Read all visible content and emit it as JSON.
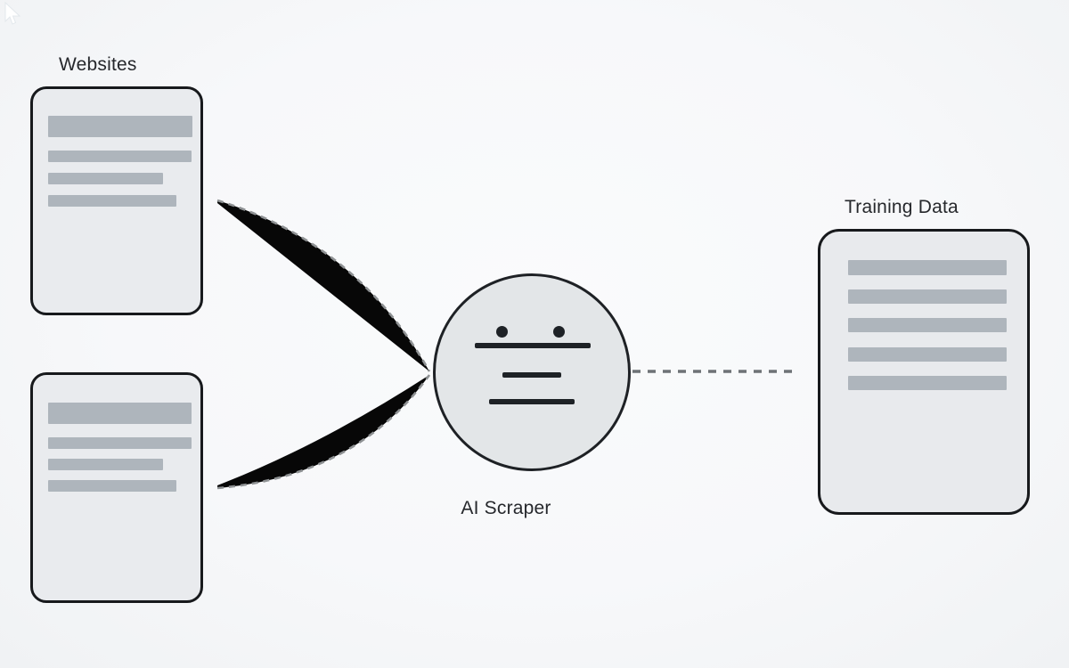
{
  "diagram": {
    "description": "Flow diagram: websites feeding an AI scraper that produces training data",
    "nodes": {
      "websites": {
        "label": "Websites",
        "bars_top": [
          {
            "t": 30,
            "w": 162,
            "h": 24
          },
          {
            "t": 69,
            "w": 161,
            "h": 13
          },
          {
            "t": 94,
            "w": 129,
            "h": 13
          },
          {
            "t": 119,
            "w": 144,
            "h": 13
          }
        ],
        "bars_bottom": [
          {
            "t": 31,
            "w": 161,
            "h": 24
          },
          {
            "t": 70,
            "w": 161,
            "h": 13
          },
          {
            "t": 94,
            "w": 129,
            "h": 13
          },
          {
            "t": 118,
            "w": 144,
            "h": 13
          }
        ]
      },
      "ai_scraper": {
        "label": "AI Scraper"
      },
      "training_data": {
        "label": "Training Data",
        "bars": [
          {
            "t": 32,
            "w": 178,
            "h": 17
          },
          {
            "t": 65,
            "w": 178,
            "h": 16
          },
          {
            "t": 97,
            "w": 178,
            "h": 16
          },
          {
            "t": 130,
            "w": 178,
            "h": 16
          },
          {
            "t": 162,
            "w": 178,
            "h": 16
          }
        ]
      }
    },
    "edges": [
      {
        "from": "websites-top-card",
        "to": "ai-scraper",
        "style": "tapered-filled-with-dashed-edge"
      },
      {
        "from": "websites-bottom-card",
        "to": "ai-scraper",
        "style": "tapered-filled-with-dashed-edge"
      },
      {
        "from": "ai-scraper",
        "to": "training-data",
        "style": "dashed-line"
      }
    ],
    "colors": {
      "background": "#f7f8fa",
      "card_fill": "#e9ebee",
      "card_border": "#17191c",
      "placeholder_bar": "#aeb5bc",
      "circle_fill": "#e3e6e8",
      "arrow_fill": "#070707",
      "arrow_dash": "#8f9294",
      "connector_dash": "#6e7276",
      "label_text": "#26282c"
    }
  }
}
